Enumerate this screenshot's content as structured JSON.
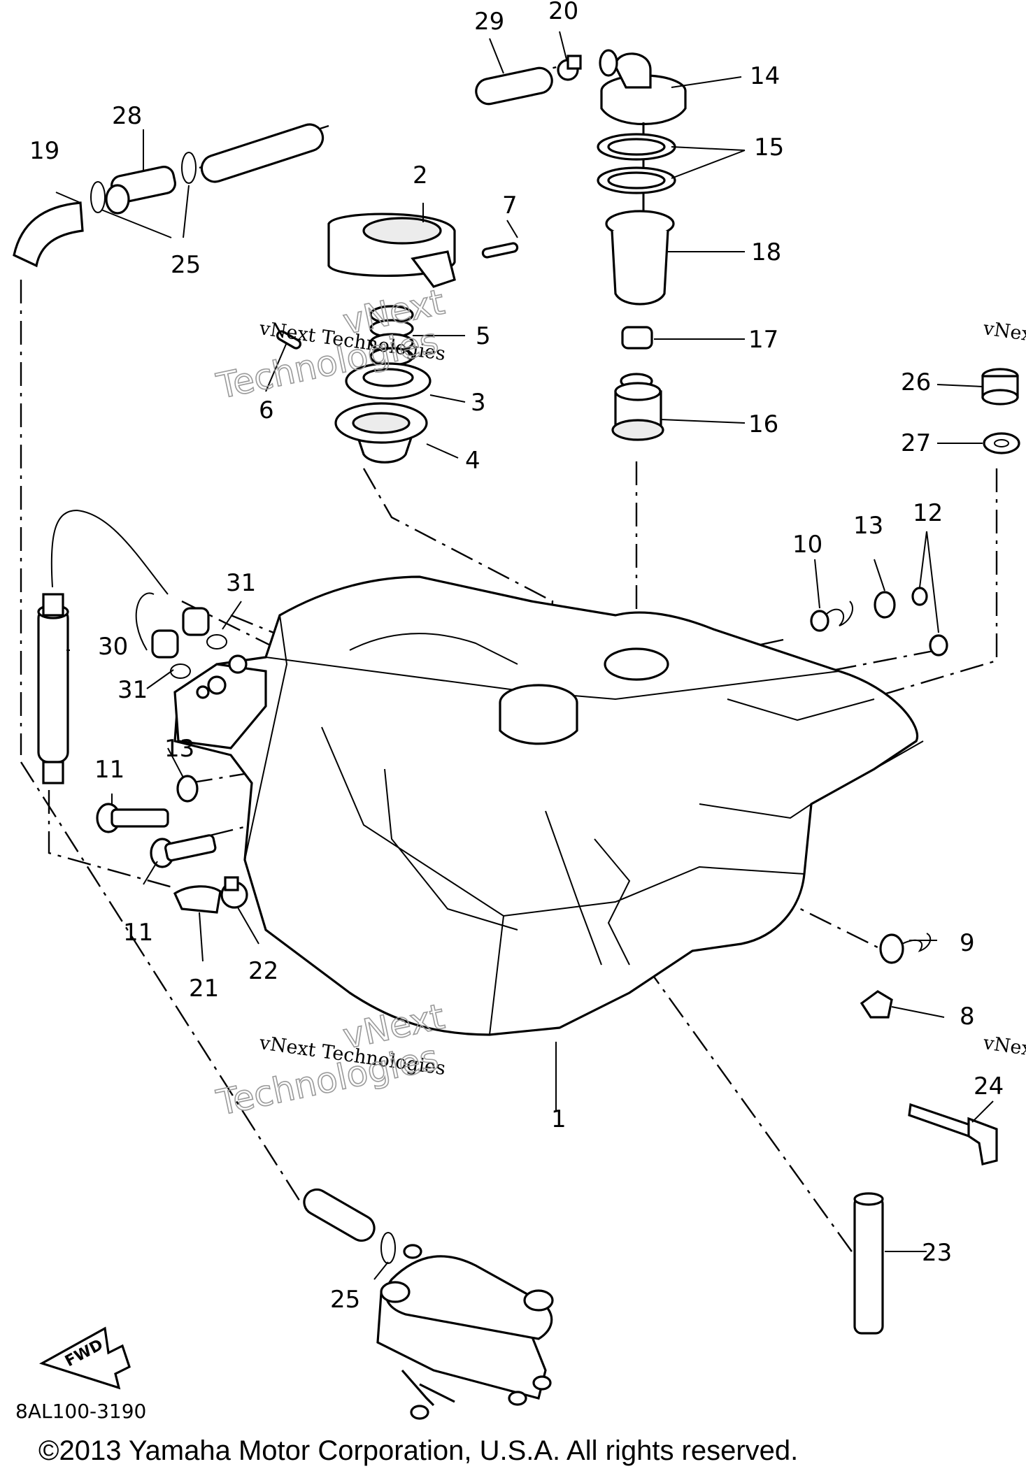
{
  "callouts": [
    {
      "id": "1",
      "text": "1"
    },
    {
      "id": "2",
      "text": "2"
    },
    {
      "id": "3",
      "text": "3"
    },
    {
      "id": "4",
      "text": "4"
    },
    {
      "id": "5",
      "text": "5"
    },
    {
      "id": "6",
      "text": "6"
    },
    {
      "id": "7",
      "text": "7"
    },
    {
      "id": "8",
      "text": "8"
    },
    {
      "id": "9",
      "text": "9"
    },
    {
      "id": "10",
      "text": "10"
    },
    {
      "id": "11a",
      "text": "11"
    },
    {
      "id": "11b",
      "text": "11"
    },
    {
      "id": "12",
      "text": "12"
    },
    {
      "id": "13a",
      "text": "13"
    },
    {
      "id": "13b",
      "text": "13"
    },
    {
      "id": "14",
      "text": "14"
    },
    {
      "id": "15",
      "text": "15"
    },
    {
      "id": "16",
      "text": "16"
    },
    {
      "id": "17",
      "text": "17"
    },
    {
      "id": "18",
      "text": "18"
    },
    {
      "id": "19",
      "text": "19"
    },
    {
      "id": "20",
      "text": "20"
    },
    {
      "id": "21",
      "text": "21"
    },
    {
      "id": "22",
      "text": "22"
    },
    {
      "id": "23",
      "text": "23"
    },
    {
      "id": "24",
      "text": "24"
    },
    {
      "id": "25a",
      "text": "25"
    },
    {
      "id": "25b",
      "text": "25"
    },
    {
      "id": "26",
      "text": "26"
    },
    {
      "id": "27",
      "text": "27"
    },
    {
      "id": "28",
      "text": "28"
    },
    {
      "id": "29",
      "text": "29"
    },
    {
      "id": "30",
      "text": "30"
    },
    {
      "id": "31a",
      "text": "31"
    },
    {
      "id": "31b",
      "text": "31"
    }
  ],
  "watermark": {
    "line1": "vNext Technologies",
    "outline_top": "vNext",
    "outline_bottom": "Technologies",
    "edge_fragment": "vNex"
  },
  "fwd_label": "FWD",
  "diagram_code": "8AL100-3190",
  "copyright": "©2013 Yamaha Motor Corporation, U.S.A. All rights reserved."
}
